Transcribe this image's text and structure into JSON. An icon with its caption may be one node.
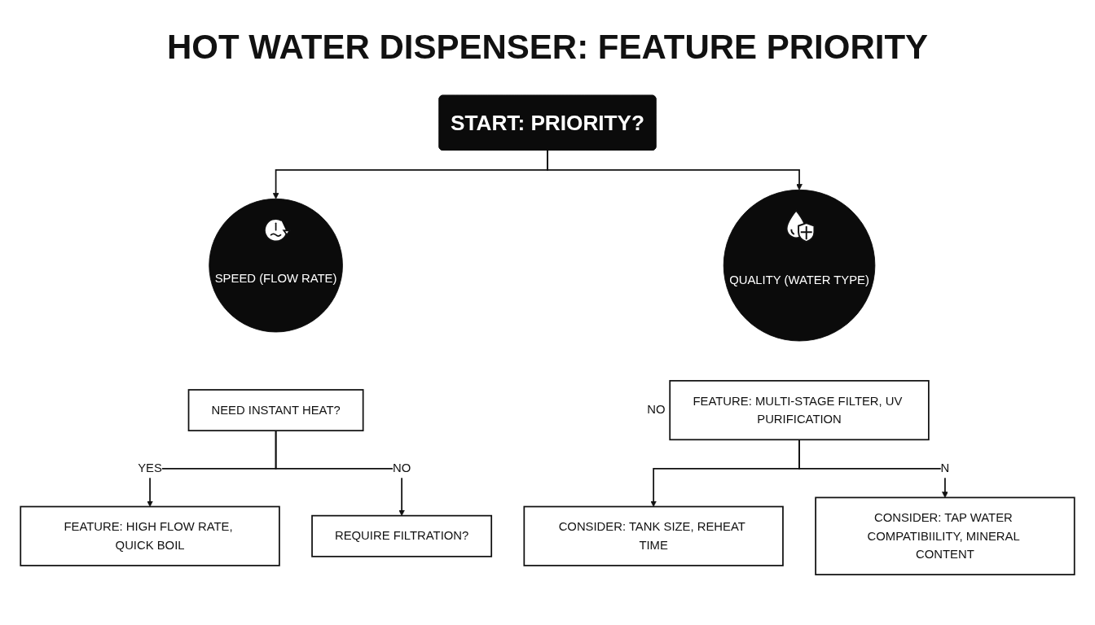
{
  "diagram": {
    "title": "HOT WATER DISPENSER: FEATURE PRIORITY",
    "nodes": [
      {
        "text": [
          "START: PRIORITY?"
        ]
      },
      {
        "text": [
          "SPEED (FLOW RATE)"
        ]
      },
      {
        "text": [
          "QUALITY (WATER TYPE)"
        ]
      },
      {
        "text": [
          "NEED INSTANT HEAT?"
        ]
      },
      {
        "text": [
          "FEATURE: MULTI-STAGE FILTER, UV PURIFICATION"
        ],
        "beside": [
          "NO"
        ]
      },
      {
        "text": [
          "FEATURE: HIGH FLOW RATE, QUICK BOIL"
        ]
      },
      {
        "text": [
          "REQUIRE FILTRATION?"
        ]
      },
      {
        "text": [
          "CONSIDER: TANK SIZE, REHEAT TIME"
        ]
      },
      {
        "text": [
          "CONSIDER: TAP WATER COMPATIBIILITY, MINERAL CONTENT"
        ]
      }
    ],
    "edges": [
      {
        "from": 0,
        "to": 1,
        "arrow": "to"
      },
      {
        "from": 0,
        "to": 2,
        "arrow": "to"
      },
      {
        "from": 3,
        "to": 5,
        "arrow": "to",
        "label": "YES"
      },
      {
        "from": 3,
        "to": 6,
        "arrow": "to",
        "label": "NO"
      },
      {
        "from": 4,
        "to": 7,
        "arrow": "to"
      },
      {
        "from": 4,
        "to": 8,
        "arrow": "to",
        "label": "N"
      }
    ]
  }
}
